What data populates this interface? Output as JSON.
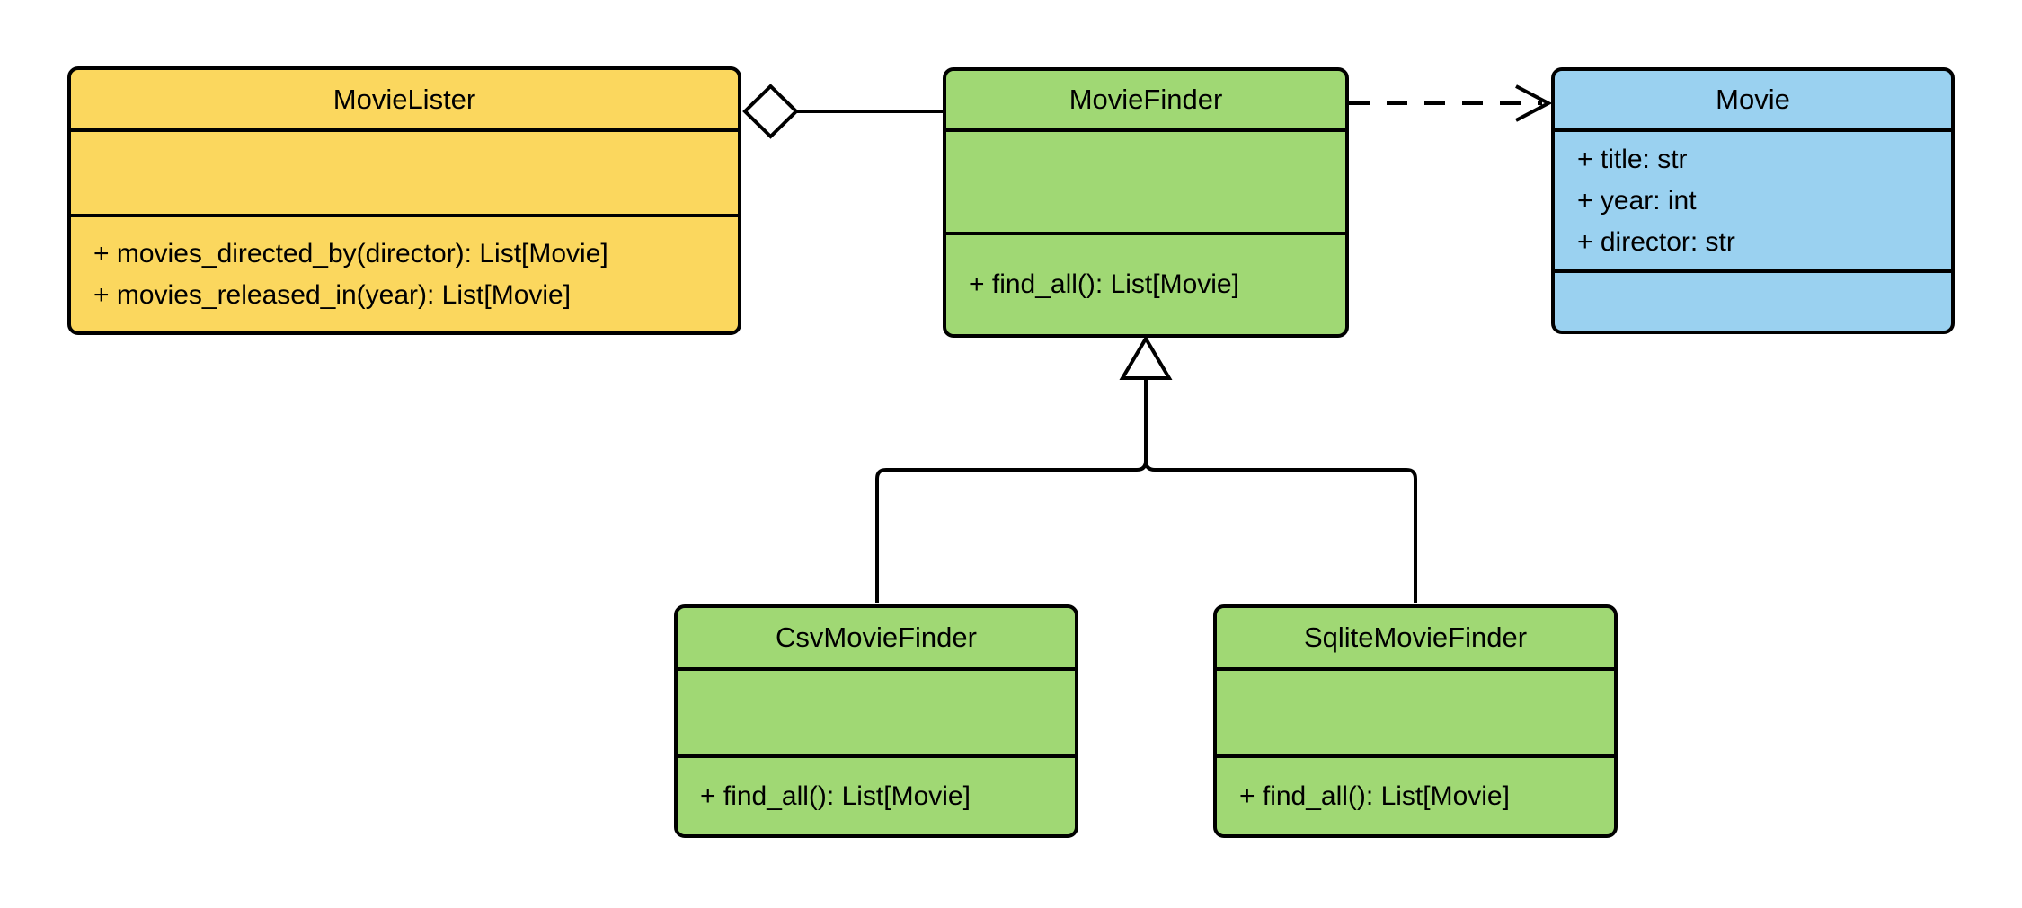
{
  "diagram": {
    "kind": "uml-class-diagram",
    "colors": {
      "background": "#ffffff",
      "stroke": "#000000",
      "yellow_fill": "#FBD75E",
      "green_fill": "#A0D874",
      "blue_fill": "#9AD1F0"
    },
    "classes": [
      {
        "name": "MovieLister",
        "fill": "#FBD75E",
        "attributes": [],
        "methods": [
          "+ movies_directed_by(director): List[Movie]",
          "+ movies_released_in(year): List[Movie]"
        ]
      },
      {
        "name": "MovieFinder",
        "fill": "#A0D874",
        "attributes": [],
        "methods": [
          "+ find_all(): List[Movie]"
        ]
      },
      {
        "name": "Movie",
        "fill": "#9AD1F0",
        "attributes": [
          "+ title: str",
          "+ year: int",
          "+ director: str"
        ],
        "methods": []
      },
      {
        "name": "CsvMovieFinder",
        "fill": "#A0D874",
        "attributes": [],
        "methods": [
          "+ find_all(): List[Movie]"
        ]
      },
      {
        "name": "SqliteMovieFinder",
        "fill": "#A0D874",
        "attributes": [],
        "methods": [
          "+ find_all(): List[Movie]"
        ]
      }
    ],
    "relationships": [
      {
        "type": "aggregation",
        "from": "MovieLister",
        "to": "MovieFinder",
        "line": "solid",
        "marker": "hollow-diamond"
      },
      {
        "type": "dependency",
        "from": "MovieFinder",
        "to": "Movie",
        "line": "dashed",
        "marker": "open-arrow"
      },
      {
        "type": "inheritance",
        "from": "CsvMovieFinder",
        "to": "MovieFinder",
        "line": "solid",
        "marker": "hollow-triangle"
      },
      {
        "type": "inheritance",
        "from": "SqliteMovieFinder",
        "to": "MovieFinder",
        "line": "solid",
        "marker": "hollow-triangle"
      }
    ]
  }
}
